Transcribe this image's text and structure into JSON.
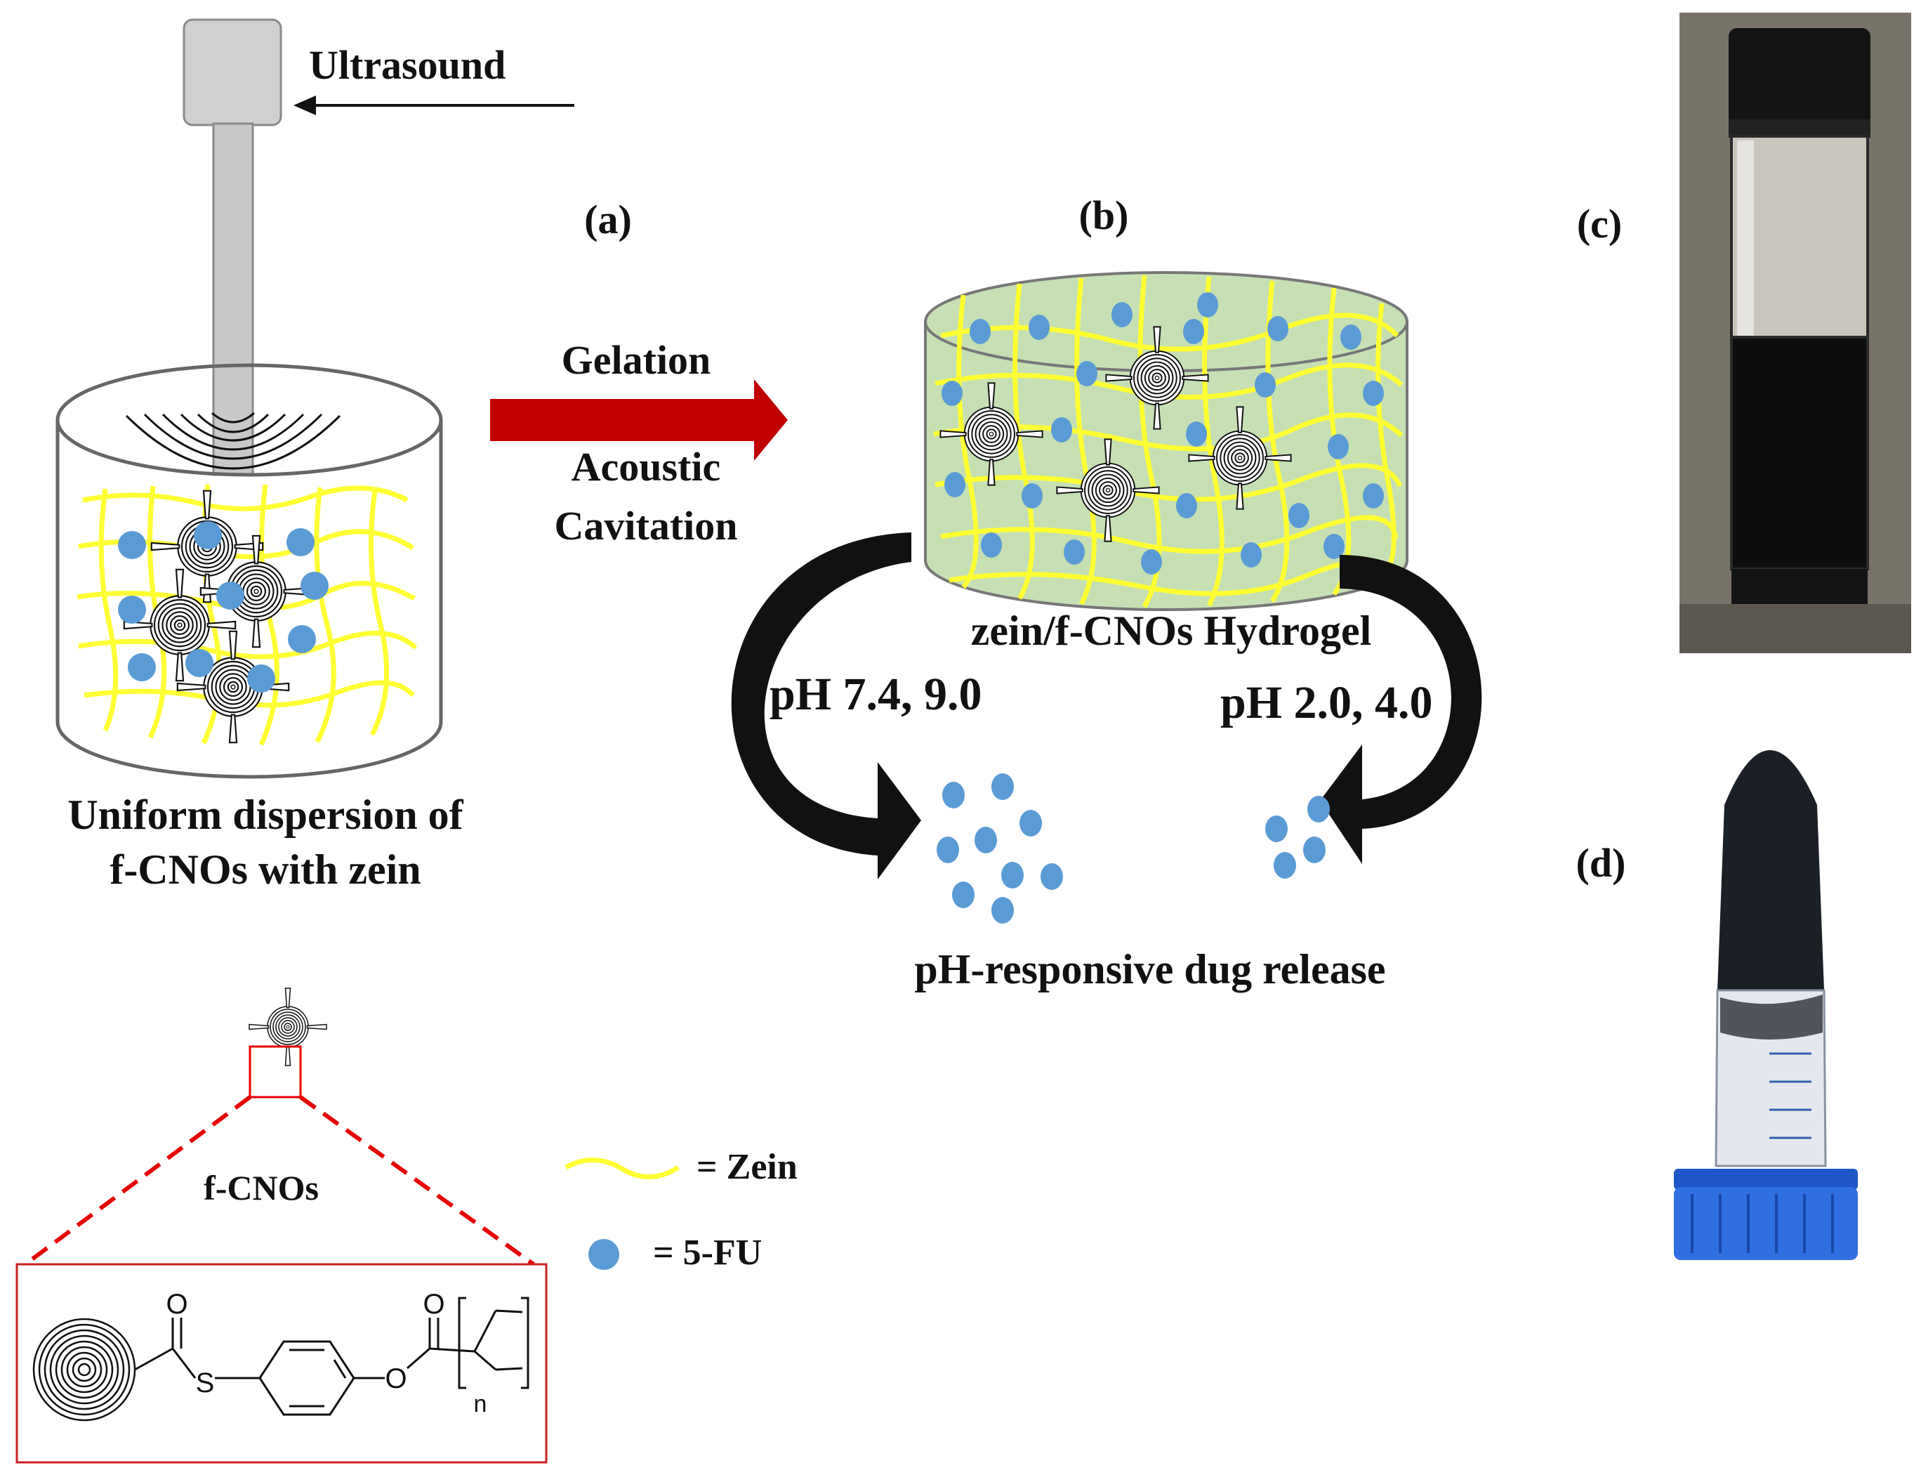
{
  "labels": {
    "ultrasound": "Ultrasound",
    "panel_a": "(a)",
    "panel_b": "(b)",
    "panel_c": "(c)",
    "panel_d": "(d)",
    "gelation": "Gelation",
    "acoustic": "Acoustic",
    "cavitation": "Cavitation",
    "dispersion_line1": "Uniform dispersion of",
    "dispersion_line2": "f-CNOs with zein",
    "hydrogel": "zein/f-CNOs  Hydrogel",
    "ph_left": "pH 7.4, 9.0",
    "ph_right": "pH 2.0, 4.0",
    "release": "pH-responsive dug release",
    "fcnos": "f-CNOs"
  },
  "legend": {
    "zein": "= Zein",
    "fu": "= 5-FU"
  },
  "structure": {
    "o1": "O",
    "o2": "O",
    "s": "S",
    "o3": "O",
    "n": "n"
  },
  "colors": {
    "zein": "#ffff33",
    "drug": "#5b9bd5",
    "arrow": "#c00000",
    "gel": "#c6e0b4",
    "zoom": "#e60000"
  }
}
